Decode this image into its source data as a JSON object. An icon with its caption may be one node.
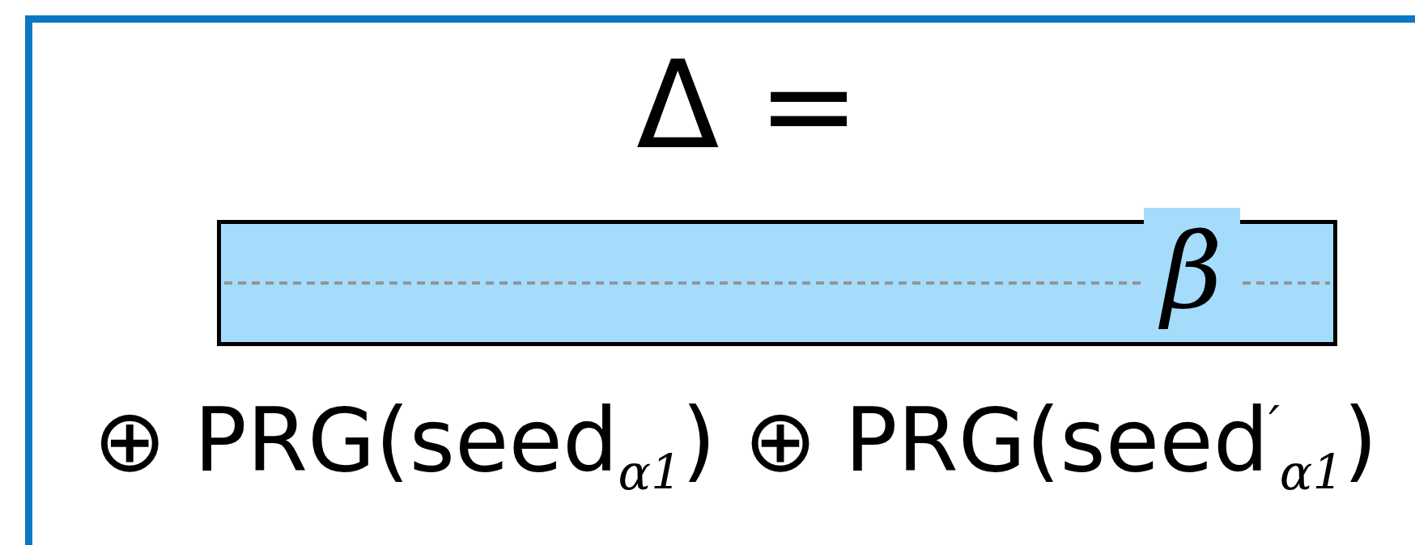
{
  "diagram": {
    "nodes": [
      {
        "text": [
          "β"
        ]
      }
    ],
    "labels": [
      "Δ =",
      "⊕ PRG(seed$_{α1}$) ⊕ PRG(seed$^{′}$$_{α1}$)"
    ]
  }
}
